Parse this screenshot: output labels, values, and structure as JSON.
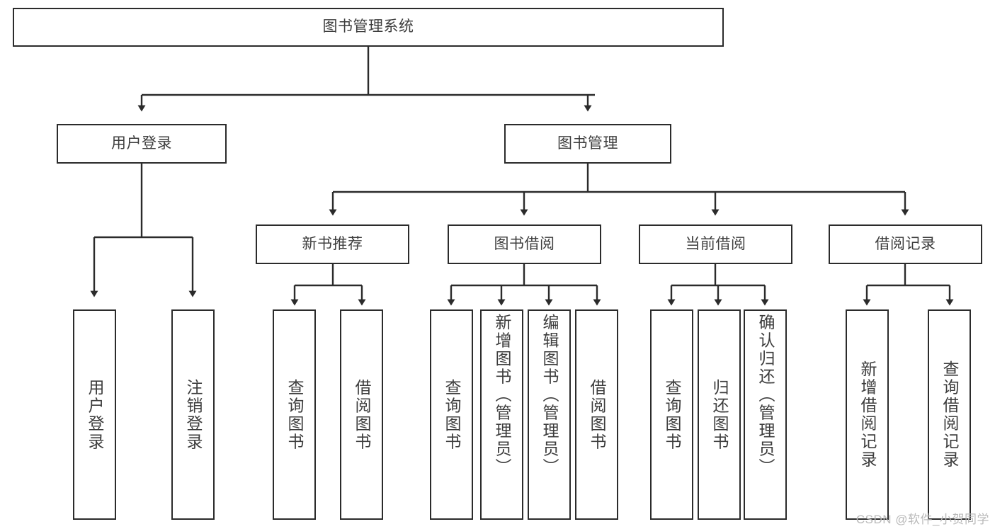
{
  "diagram": {
    "title": "图书管理系统",
    "type": "tree",
    "stroke_color": "#2b2b2b",
    "text_color": "#3d3d3d",
    "background": "#ffffff",
    "watermark": "CSDN @软件_小贺同学"
  },
  "nodes": {
    "root": {
      "label": "图书管理系统"
    },
    "level1": [
      {
        "id": "user-login",
        "label": "用户登录"
      },
      {
        "id": "book-manage",
        "label": "图书管理"
      }
    ],
    "level2": [
      {
        "id": "new-book-recommend",
        "label": "新书推荐",
        "parent": "book-manage"
      },
      {
        "id": "book-borrow",
        "label": "图书借阅",
        "parent": "book-manage"
      },
      {
        "id": "current-borrow",
        "label": "当前借阅",
        "parent": "book-manage"
      },
      {
        "id": "borrow-record",
        "label": "借阅记录",
        "parent": "book-manage"
      }
    ],
    "leaves": [
      {
        "id": "leaf-user-login",
        "label": "用户登录",
        "parent": "user-login"
      },
      {
        "id": "leaf-logout-login",
        "label": "注销登录",
        "parent": "user-login"
      },
      {
        "id": "leaf-query-book-1",
        "label": "查询图书",
        "parent": "new-book-recommend"
      },
      {
        "id": "leaf-borrow-book-1",
        "label": "借阅图书",
        "parent": "new-book-recommend"
      },
      {
        "id": "leaf-query-book-2",
        "label": "查询图书",
        "parent": "book-borrow"
      },
      {
        "id": "leaf-add-book",
        "label": "新增图书（管理员）",
        "parent": "book-borrow"
      },
      {
        "id": "leaf-edit-book",
        "label": "编辑图书（管理员）",
        "parent": "book-borrow"
      },
      {
        "id": "leaf-borrow-book-2",
        "label": "借阅图书",
        "parent": "book-borrow"
      },
      {
        "id": "leaf-query-book-3",
        "label": "查询图书",
        "parent": "current-borrow"
      },
      {
        "id": "leaf-return-book",
        "label": "归还图书",
        "parent": "current-borrow"
      },
      {
        "id": "leaf-confirm-return",
        "label": "确认归还（管理员）",
        "parent": "current-borrow"
      },
      {
        "id": "leaf-add-record",
        "label": "新增借阅记录",
        "parent": "borrow-record"
      },
      {
        "id": "leaf-query-record",
        "label": "查询借阅记录",
        "parent": "borrow-record"
      }
    ]
  }
}
